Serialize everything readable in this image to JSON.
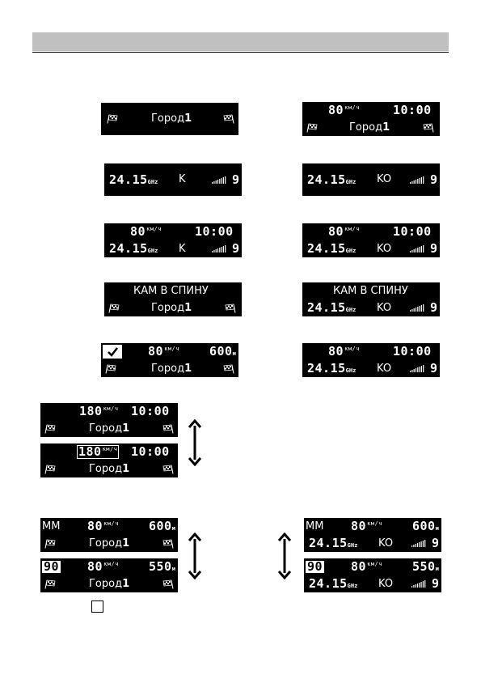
{
  "screens": {
    "city": "Город",
    "city_num": "1",
    "band": "24.15",
    "band_unit": "GHz",
    "k": "K",
    "ko": "KO",
    "strength": "9",
    "speed80": "80",
    "speed180": "180",
    "speed_unit": "км/ч",
    "time": "10:00",
    "cam_rear": "КАМ В СПИНУ",
    "dist600": "600",
    "dist550": "550",
    "dist_unit": "м",
    "mm": "MM",
    "limit90": "90"
  }
}
